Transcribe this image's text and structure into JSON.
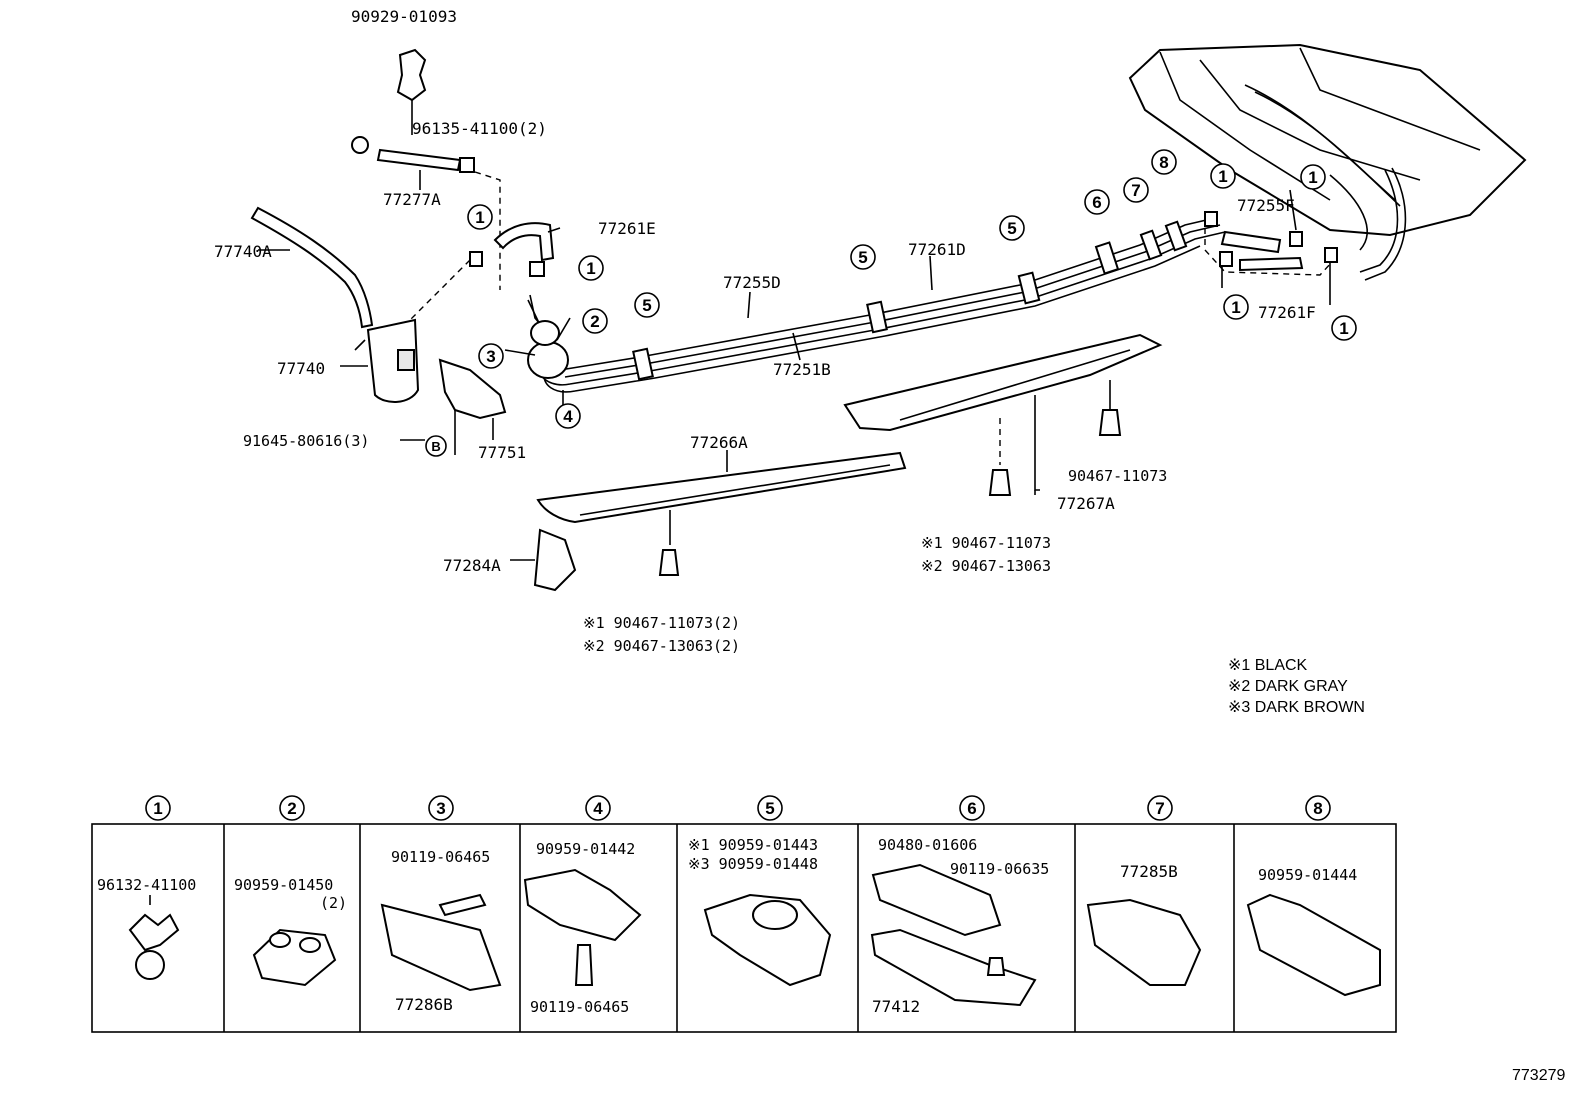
{
  "figure_id": "773279",
  "legend": {
    "black": "※1 BLACK",
    "dark_gray": "※2 DARK GRAY",
    "dark_brown": "※3 DARK BROWN"
  },
  "callouts": [
    {
      "id": "c01",
      "text": "90929-01093"
    },
    {
      "id": "c02",
      "text": "96135-41100(2)"
    },
    {
      "id": "c03",
      "text": "77277A"
    },
    {
      "id": "c04",
      "text": "77740A"
    },
    {
      "id": "c05",
      "text": "77261E"
    },
    {
      "id": "c06",
      "text": "77740"
    },
    {
      "id": "c07",
      "text": "91645-80616(3)"
    },
    {
      "id": "c08",
      "text": "77751"
    },
    {
      "id": "c09",
      "text": "77255D"
    },
    {
      "id": "c10",
      "text": "77251B"
    },
    {
      "id": "c11",
      "text": "77261D"
    },
    {
      "id": "c12",
      "text": "77266A"
    },
    {
      "id": "c13",
      "text": "77284A"
    },
    {
      "id": "c14",
      "text": "※1 90467-11073(2)"
    },
    {
      "id": "c15",
      "text": "※2 90467-13063(2)"
    },
    {
      "id": "c16",
      "text": "77255F"
    },
    {
      "id": "c17",
      "text": "77261F"
    },
    {
      "id": "c18",
      "text": "90467-11073"
    },
    {
      "id": "c19",
      "text": "77267A"
    },
    {
      "id": "c20",
      "text": "※1 90467-11073"
    },
    {
      "id": "c21",
      "text": "※2 90467-13063"
    }
  ],
  "markers": {
    "one": "1",
    "two": "2",
    "three": "3",
    "four": "4",
    "five": "5",
    "six": "6",
    "seven": "7",
    "eight": "8",
    "b": "B"
  },
  "detail_panels": [
    {
      "num": "1",
      "labels": [
        "96132-41100"
      ]
    },
    {
      "num": "2",
      "labels": [
        "90959-01450",
        "(2)"
      ]
    },
    {
      "num": "3",
      "labels": [
        "90119-06465",
        "77286B"
      ]
    },
    {
      "num": "4",
      "labels": [
        "90959-01442",
        "90119-06465"
      ]
    },
    {
      "num": "5",
      "labels": [
        "※1 90959-01443",
        "※3 90959-01448"
      ]
    },
    {
      "num": "6",
      "labels": [
        "90480-01606",
        "90119-06635",
        "77412"
      ]
    },
    {
      "num": "7",
      "labels": [
        "77285B"
      ]
    },
    {
      "num": "8",
      "labels": [
        "90959-01444"
      ]
    }
  ]
}
